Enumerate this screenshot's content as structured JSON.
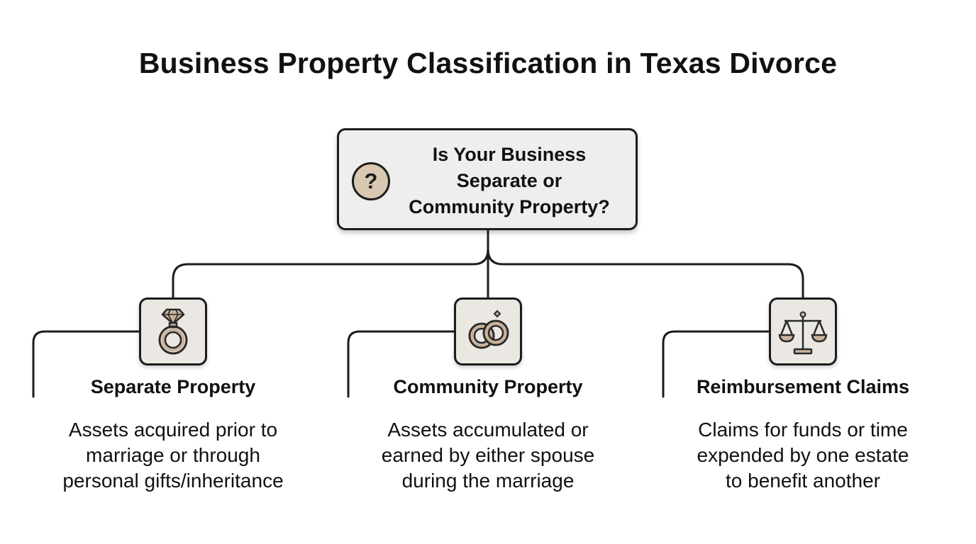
{
  "title": "Business Property Classification in Texas Divorce",
  "root": {
    "lines": [
      "Is Your Business",
      "Separate or",
      "Community Property?"
    ],
    "icon": "question-mark-icon",
    "icon_glyph": "?"
  },
  "branches": [
    {
      "heading": "Separate Property",
      "description": [
        "Assets acquired prior to",
        "marriage or through",
        "personal gifts/inheritance"
      ],
      "icon": "diamond-ring-icon"
    },
    {
      "heading": "Community Property",
      "description": [
        "Assets accumulated or",
        "earned by either spouse",
        "during the marriage"
      ],
      "icon": "wedding-rings-icon"
    },
    {
      "heading": "Reimbursement Claims",
      "description": [
        "Claims for funds or time",
        "expended by one estate",
        "to benefit another"
      ],
      "icon": "scales-of-justice-icon"
    }
  ],
  "colors": {
    "line": "#1c1c1c",
    "box_fill": "#eeeeec",
    "accent": "#d9c8b2"
  }
}
